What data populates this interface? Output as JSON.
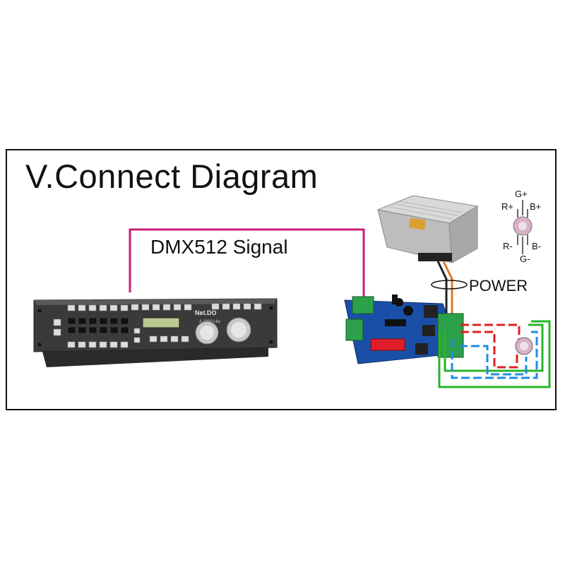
{
  "title": "V.Connect Diagram",
  "signal_label": "DMX512 Signal",
  "power_label": "POWER",
  "controller": {
    "brand": "Net.DO",
    "model": "A 2000 Lite"
  },
  "led_pins": {
    "g_plus": "G+",
    "r_plus": "R+",
    "b_plus": "B+",
    "r_minus": "R-",
    "b_minus": "B-",
    "g_minus": "G-"
  },
  "colors": {
    "dmx_wire": "#c81e78",
    "red_wire": "#e02020",
    "green_wire": "#28b428",
    "blue_wire": "#1e8ce6",
    "power_wire": "#e07820"
  }
}
